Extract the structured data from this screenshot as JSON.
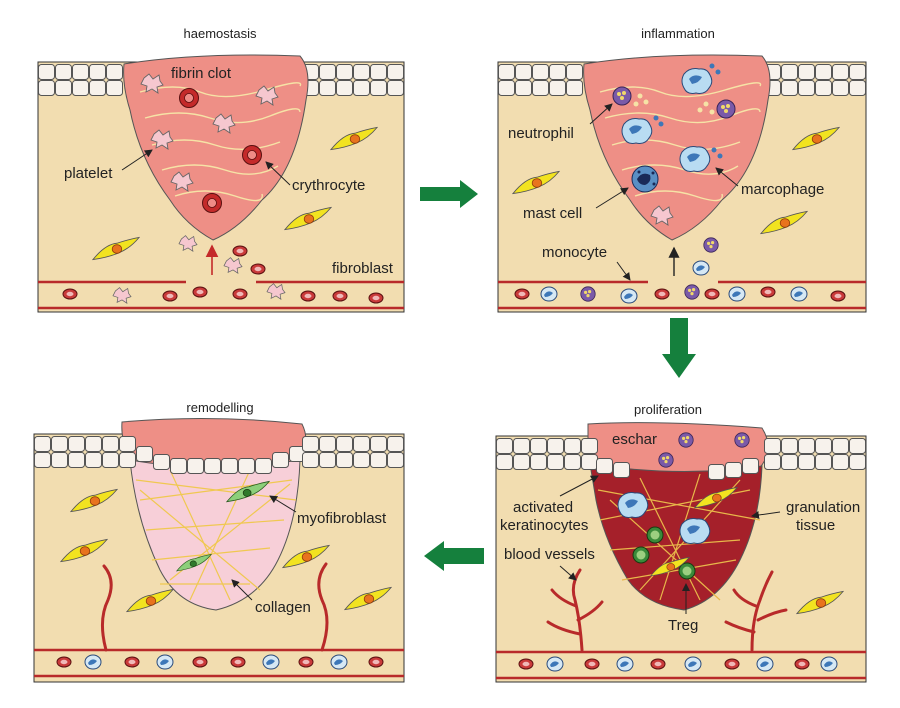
{
  "panels": {
    "haemostasis": {
      "title": "haemostasis",
      "labels": {
        "fibrin_clot": "fibrin clot",
        "platelet": "platelet",
        "erythrocyte": "crythrocyte",
        "fibroblast": "fibroblast"
      }
    },
    "inflammation": {
      "title": "inflammation",
      "labels": {
        "neutrophil": "neutrophil",
        "mast_cell": "mast cell",
        "macrophage": "marcophage",
        "monocyte": "monocyte"
      }
    },
    "proliferation": {
      "title": "proliferation",
      "labels": {
        "eschar": "eschar",
        "keratinocytes_1": "activated",
        "keratinocytes_2": "keratinocytes",
        "granulation_1": "granulation",
        "granulation_2": "tissue",
        "blood_vessels": "blood vessels",
        "treg": "Treg"
      }
    },
    "remodelling": {
      "title": "remodelling",
      "labels": {
        "myofibroblast": "myofibroblast",
        "collagen": "collagen"
      }
    }
  },
  "colors": {
    "skin": "#f2ddb0",
    "wound": "#ee8f86",
    "clot_line": "#f6e3a6",
    "vessel": "#b82a2a",
    "arrow": "#15803d",
    "granulation": "#a5202a",
    "collagen_bg": "#f7cfd8",
    "fibroblast": "#f0e020"
  }
}
